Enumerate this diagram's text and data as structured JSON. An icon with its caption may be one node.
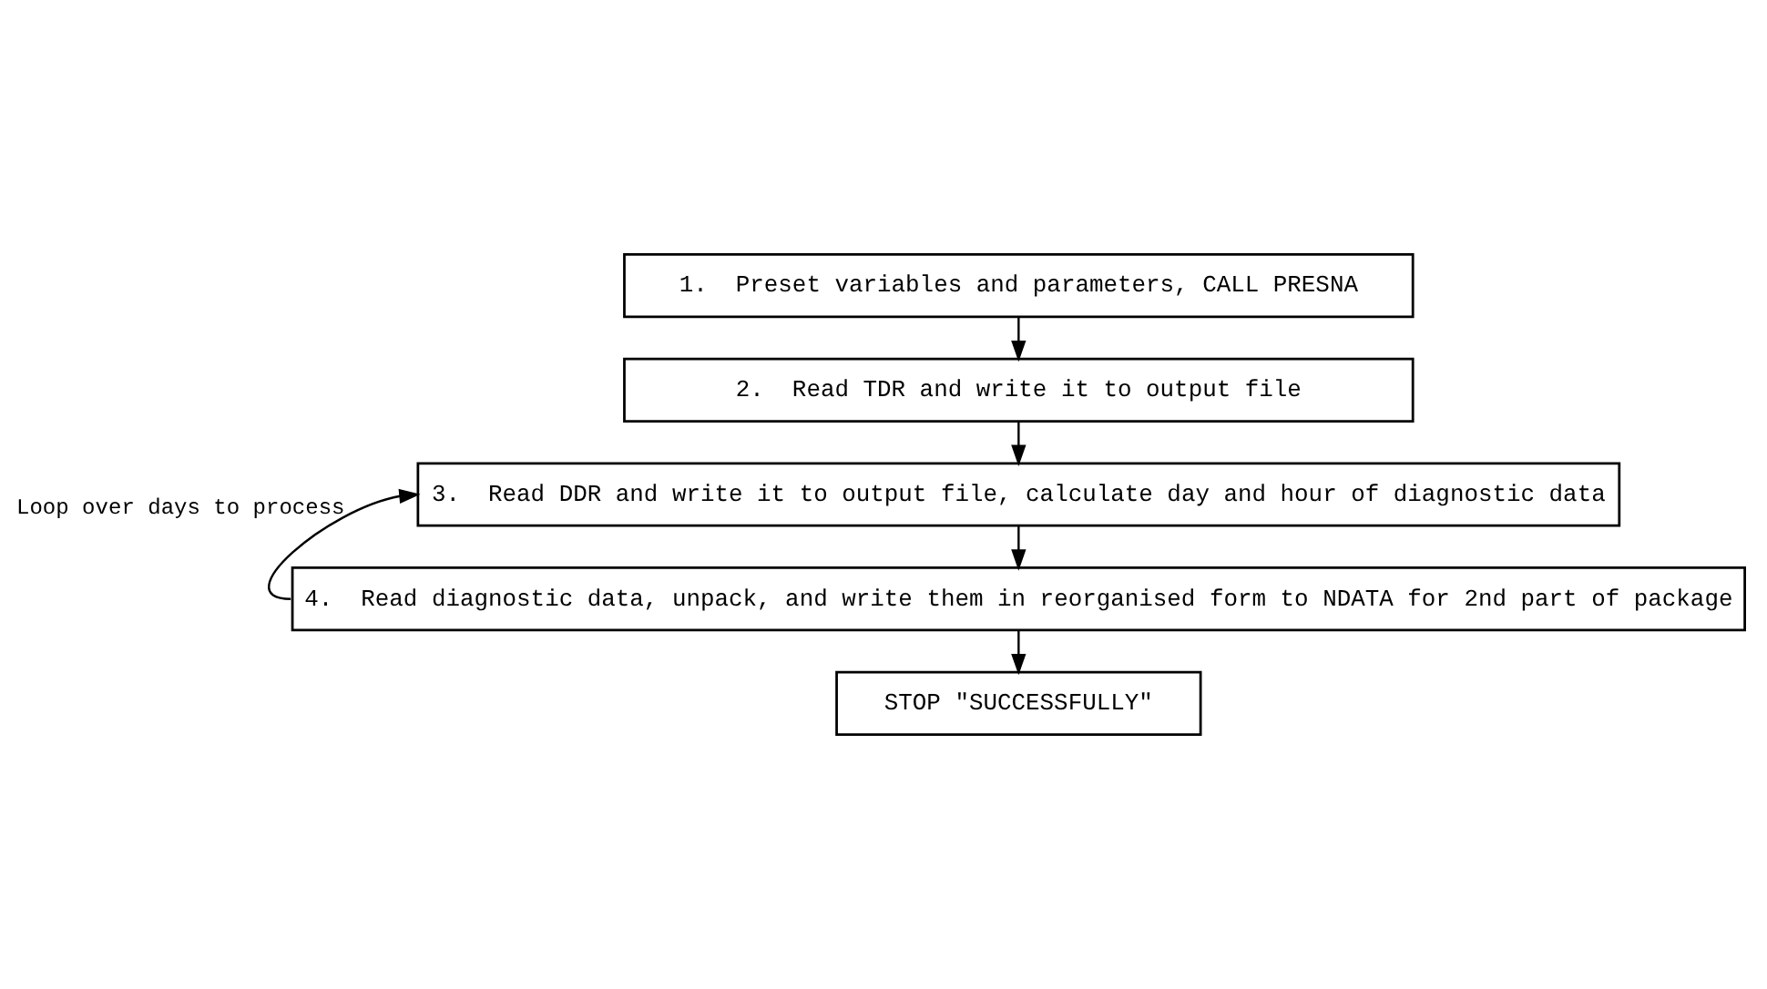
{
  "diagram": {
    "nodes": [
      {
        "text": [
          "1.  Preset variables and parameters, CALL PRESNA"
        ]
      },
      {
        "text": [
          "2.  Read TDR and write it to output file"
        ]
      },
      {
        "text": [
          "3.  Read DDR and write it to output file, calculate day and hour of diagnostic data"
        ]
      },
      {
        "text": [
          "4.  Read diagnostic data, unpack, and write them in reorganised form to NDATA for 2nd part of package"
        ]
      },
      {
        "text": [
          "STOP \"SUCCESSFULLY\""
        ]
      }
    ],
    "edges": [
      {
        "from": 0,
        "to": 1,
        "arrow": "to"
      },
      {
        "from": 1,
        "to": 2,
        "arrow": "to"
      },
      {
        "from": 2,
        "to": 3,
        "arrow": "to"
      },
      {
        "from": 3,
        "to": 4,
        "arrow": "to"
      },
      {
        "from": 3,
        "to": 2,
        "arrow": "to",
        "label": "Loop over days to process"
      }
    ]
  }
}
